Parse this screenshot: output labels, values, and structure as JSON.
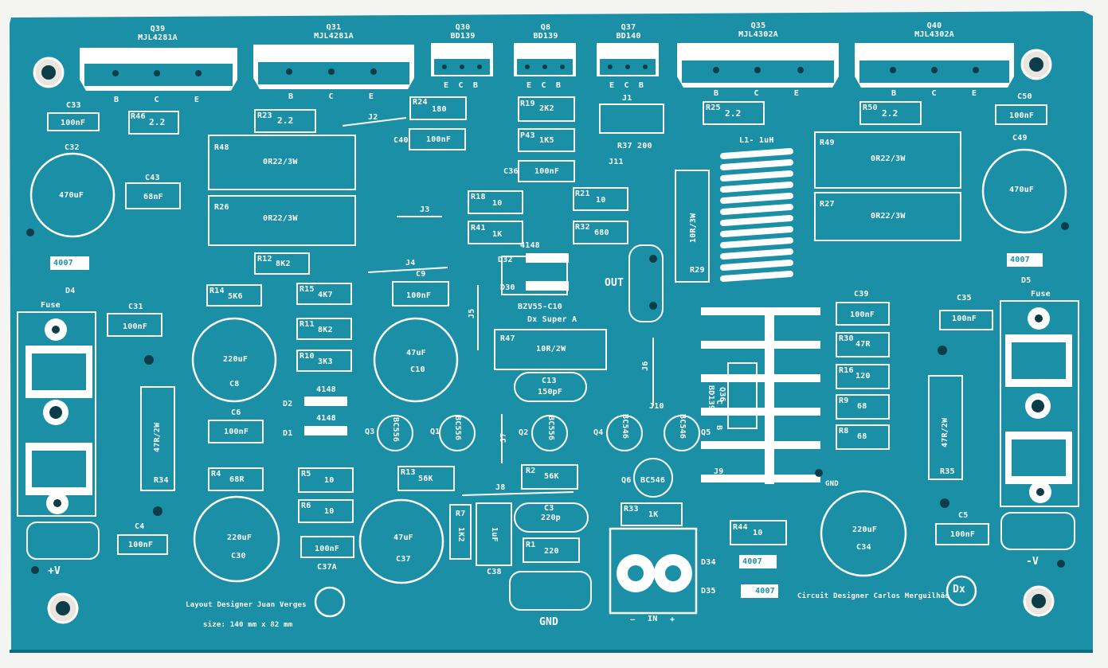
{
  "colors": {
    "board": "#1a8fa6",
    "silkscreen": "#ffffff",
    "pad": "#e9e6df",
    "hole": "#0c3d48",
    "background": "#f4f4f2"
  },
  "transistors": [
    {
      "ref": "Q39",
      "part": "MJL4281A",
      "pins": "B C E"
    },
    {
      "ref": "Q31",
      "part": "MJL4281A",
      "pins": "B C E"
    },
    {
      "ref": "Q30",
      "part": "BD139",
      "pins": "E C B"
    },
    {
      "ref": "Q8",
      "part": "BD139",
      "pins": "E C B"
    },
    {
      "ref": "Q37",
      "part": "BD140",
      "pins": "E C B"
    },
    {
      "ref": "Q35",
      "part": "MJL4302A",
      "pins": "B C E"
    },
    {
      "ref": "Q40",
      "part": "MJL4302A",
      "pins": "B C E"
    }
  ],
  "resistors": [
    {
      "ref": "R46",
      "value": "2.2"
    },
    {
      "ref": "R23",
      "value": "2.2"
    },
    {
      "ref": "R24",
      "value": "180"
    },
    {
      "ref": "R19",
      "value": "2K2"
    },
    {
      "ref": "P43",
      "value": "1K5"
    },
    {
      "ref": "R37",
      "value": "200"
    },
    {
      "ref": "R25",
      "value": "2.2"
    },
    {
      "ref": "R50",
      "value": "2.2"
    },
    {
      "ref": "R48",
      "value": "0R22/3W"
    },
    {
      "ref": "R26",
      "value": "0R22/3W"
    },
    {
      "ref": "R49",
      "value": "0R22/3W"
    },
    {
      "ref": "R27",
      "value": "0R22/3W"
    },
    {
      "ref": "R18",
      "value": "10"
    },
    {
      "ref": "R21",
      "value": "10"
    },
    {
      "ref": "R41",
      "value": "1K"
    },
    {
      "ref": "R32",
      "value": "680"
    },
    {
      "ref": "R12",
      "value": "8K2"
    },
    {
      "ref": "R14",
      "value": "5K6"
    },
    {
      "ref": "R15",
      "value": "4K7"
    },
    {
      "ref": "R11",
      "value": "8K2"
    },
    {
      "ref": "R10",
      "value": "3K3"
    },
    {
      "ref": "R47",
      "value": "10R/2W"
    },
    {
      "ref": "R29",
      "value": "10R/3W"
    },
    {
      "ref": "R30",
      "value": "47R"
    },
    {
      "ref": "R16",
      "value": "120"
    },
    {
      "ref": "R9",
      "value": "68"
    },
    {
      "ref": "R8",
      "value": "68"
    },
    {
      "ref": "R34",
      "value": "47R/2W"
    },
    {
      "ref": "R35",
      "value": "47R/2W"
    },
    {
      "ref": "R4",
      "value": "68R"
    },
    {
      "ref": "R5",
      "value": "10"
    },
    {
      "ref": "R6",
      "value": "10"
    },
    {
      "ref": "R13",
      "value": "56K"
    },
    {
      "ref": "R2",
      "value": "56K"
    },
    {
      "ref": "R7",
      "value": "1K2"
    },
    {
      "ref": "R1",
      "value": "220"
    },
    {
      "ref": "R33",
      "value": "1K"
    },
    {
      "ref": "R44",
      "value": "10"
    }
  ],
  "capacitors": [
    {
      "ref": "C33",
      "value": "100nF"
    },
    {
      "ref": "C50",
      "value": "100nF"
    },
    {
      "ref": "C40",
      "value": "100nF"
    },
    {
      "ref": "C36",
      "value": "100nF"
    },
    {
      "ref": "C43",
      "value": "68nF"
    },
    {
      "ref": "C32",
      "value": "470uF"
    },
    {
      "ref": "C49",
      "value": "470uF"
    },
    {
      "ref": "C9",
      "value": "100nF"
    },
    {
      "ref": "C31",
      "value": "100nF"
    },
    {
      "ref": "C39",
      "value": "100nF"
    },
    {
      "ref": "C35",
      "value": "100nF"
    },
    {
      "ref": "C8",
      "value": "220uF"
    },
    {
      "ref": "C10",
      "value": "47uF"
    },
    {
      "ref": "C13",
      "value": "150pF"
    },
    {
      "ref": "C6",
      "value": "100nF"
    },
    {
      "ref": "C3",
      "value": "220p"
    },
    {
      "ref": "C38",
      "value": "1uF"
    },
    {
      "ref": "C4",
      "value": "100nF"
    },
    {
      "ref": "C5",
      "value": "100nF"
    },
    {
      "ref": "C30",
      "value": "220uF"
    },
    {
      "ref": "C37",
      "value": "47uF"
    },
    {
      "ref": "C37A",
      "value": "100nF"
    },
    {
      "ref": "C34",
      "value": "220uF"
    }
  ],
  "diodes": [
    {
      "ref": "D4",
      "value": "4007"
    },
    {
      "ref": "D5",
      "value": "4007"
    },
    {
      "ref": "D34",
      "value": "4007"
    },
    {
      "ref": "D35",
      "value": "4007"
    },
    {
      "ref": "D32",
      "value": "4148"
    },
    {
      "ref": "D30",
      "value": "4148"
    },
    {
      "ref": "D2",
      "value": "4148"
    },
    {
      "ref": "D1",
      "value": "4148"
    }
  ],
  "small_transistors": [
    {
      "ref": "Q3",
      "part": "BC556"
    },
    {
      "ref": "Q1",
      "part": "BC556"
    },
    {
      "ref": "Q2",
      "part": "BC556"
    },
    {
      "ref": "Q4",
      "part": "BC546"
    },
    {
      "ref": "Q5",
      "part": "BC546"
    },
    {
      "ref": "Q6",
      "part": "BC546"
    },
    {
      "ref": "Q36",
      "part": "BD139"
    }
  ],
  "jumpers": [
    "J1",
    "J2",
    "J3",
    "J4",
    "J5",
    "J6",
    "J7",
    "J8",
    "J9",
    "J10",
    "J11"
  ],
  "labels": {
    "inductor": "L1- 1uH",
    "zener": "BZV55-C10",
    "board_name": "Dx Super A",
    "output": "OUT",
    "fuse_left": "Fuse",
    "fuse_right": "Fuse",
    "supply_pos": "+V",
    "supply_neg": "-V",
    "ground_main": "GND",
    "ground_small": "GND",
    "input": "IN",
    "input_minus": "–",
    "input_plus": "+",
    "layout_designer": "Layout Designer  Juan Verges",
    "circuit_designer": "Circuit Designer  Carlos Merguilhão",
    "size": "size: 140 mm x 82 mm",
    "logo": "Dx",
    "q36_pins": "E C B"
  }
}
